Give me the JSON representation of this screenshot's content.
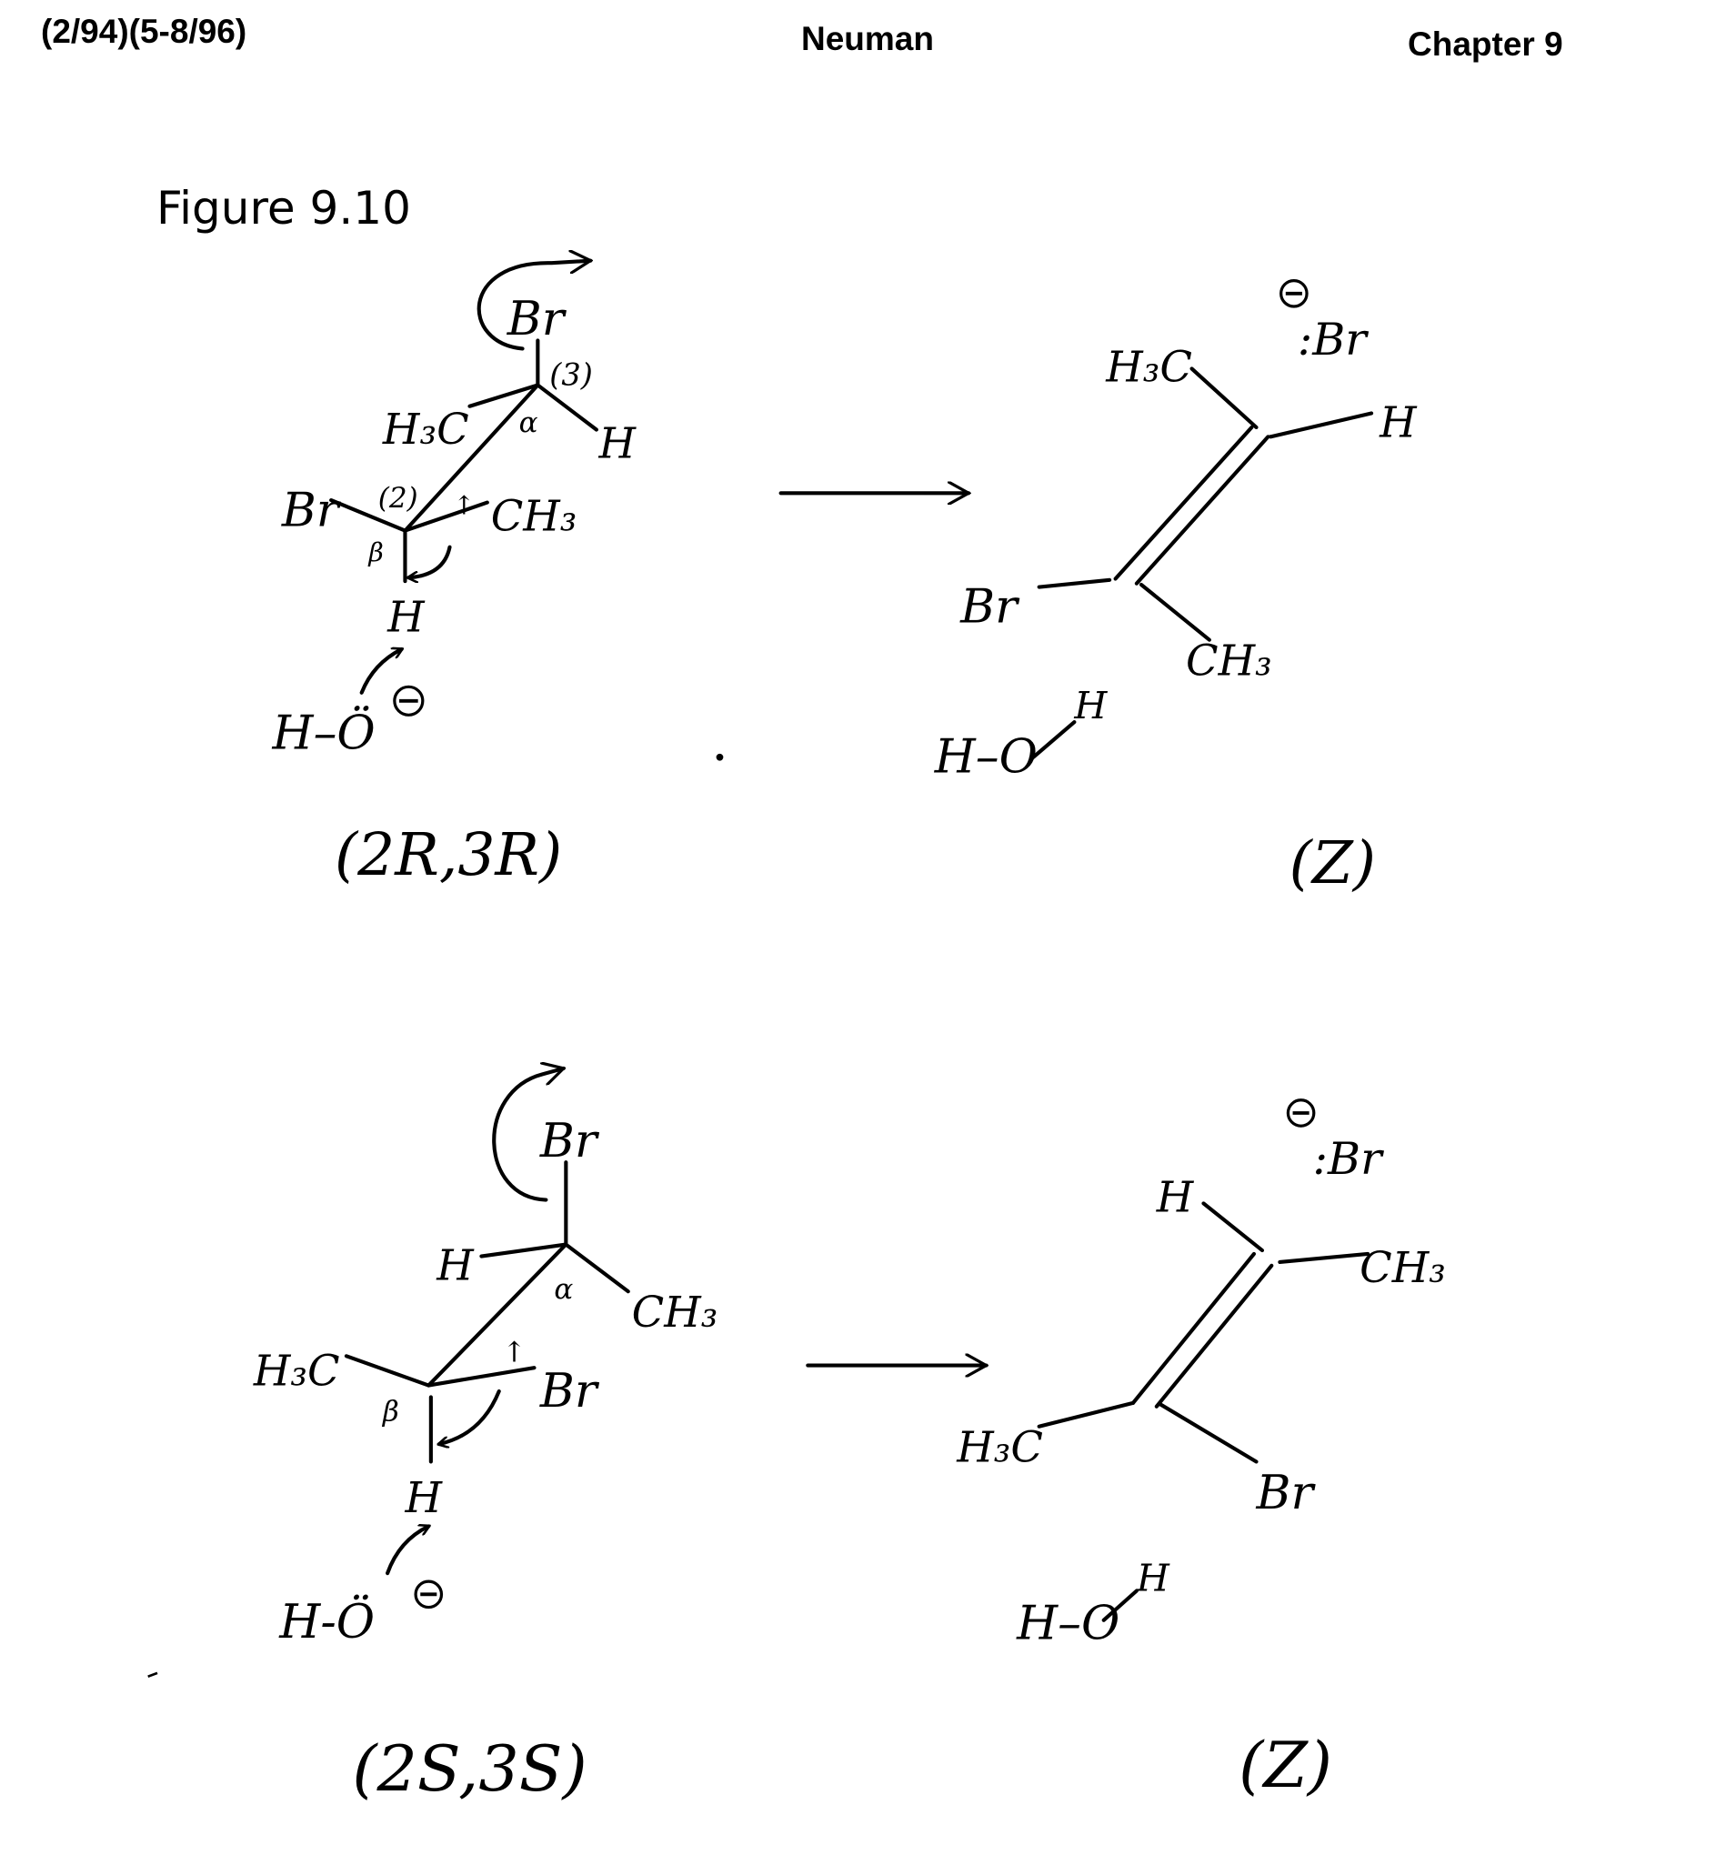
{
  "header": {
    "left": "(2/94)(5-8/96)",
    "center": "Neuman",
    "right": "Chapter 9"
  },
  "figure_title": "Figure 9.10",
  "top": {
    "reactant": {
      "br_top": "Br",
      "num3": "(3)",
      "h3c": "H₃C",
      "alpha": "α",
      "h_right": "H",
      "br_left": "Br",
      "num2": "(2)",
      "up_arrow": "↑",
      "ch3": "CH₃",
      "beta": "β",
      "h_bottom": "H",
      "hydroxide": "H–Ö"
    },
    "reactant_label": "(2R,3R)",
    "product": {
      "h3c": "H₃C",
      "br_ion": ":Br",
      "h": "H",
      "br": "Br",
      "ch3": "CH₃",
      "water_ho": "H–O",
      "water_h": "H"
    },
    "product_label": "(Z)"
  },
  "bottom": {
    "reactant": {
      "br_top": "Br",
      "h_left": "H",
      "alpha": "α",
      "ch3": "CH₃",
      "h3c": "H₃C",
      "up_arrow": "↑",
      "br_right": "Br",
      "beta": "β",
      "h_bottom": "H",
      "hydroxide": "H-Ö"
    },
    "reactant_label": "(2S,3S)",
    "product": {
      "h": "H",
      "br_ion": ":Br",
      "ch3": "CH₃",
      "h3c": "H₃C",
      "br": "Br",
      "water_ho": "H–O",
      "water_h": "H"
    },
    "product_label": "(Z)"
  }
}
